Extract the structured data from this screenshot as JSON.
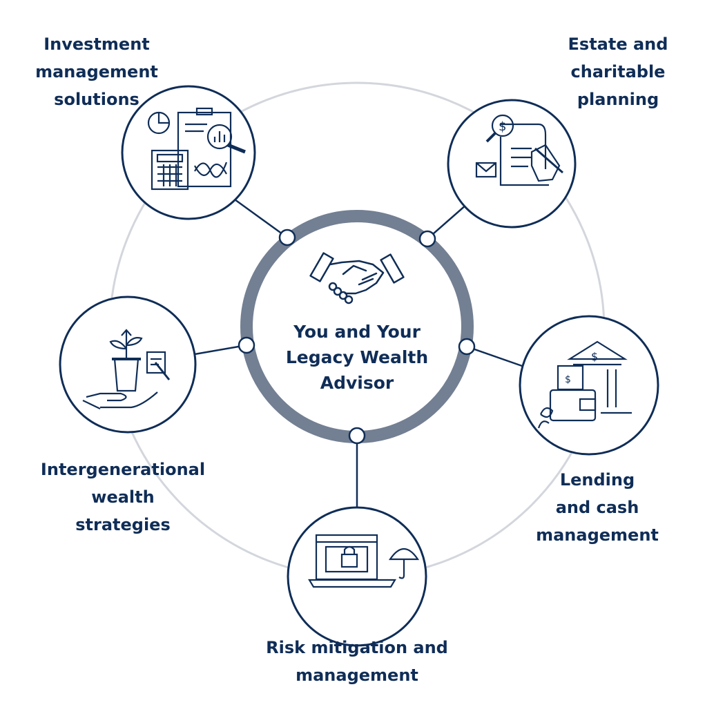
{
  "center": {
    "line1": "You and Your",
    "line2": "Legacy Wealth",
    "line3": "Advisor",
    "icon": "handshake-icon"
  },
  "services": [
    {
      "lines": [
        "Investment",
        "management",
        "solutions"
      ],
      "icon": "investment-documents-icon"
    },
    {
      "lines": [
        "Estate and",
        "charitable",
        "planning"
      ],
      "icon": "estate-document-icon"
    },
    {
      "lines": [
        "Intergenerational",
        "wealth",
        "strategies"
      ],
      "icon": "growing-plant-hand-icon"
    },
    {
      "lines": [
        "Lending",
        "and cash",
        "management"
      ],
      "icon": "bank-wallet-icon"
    },
    {
      "lines": [
        "Risk mitigation and",
        "management"
      ],
      "icon": "secure-laptop-umbrella-icon"
    }
  ],
  "colors": {
    "navy": "#0f2d57",
    "ring": "#737f92",
    "outer_ring": "#d3d6dc"
  }
}
